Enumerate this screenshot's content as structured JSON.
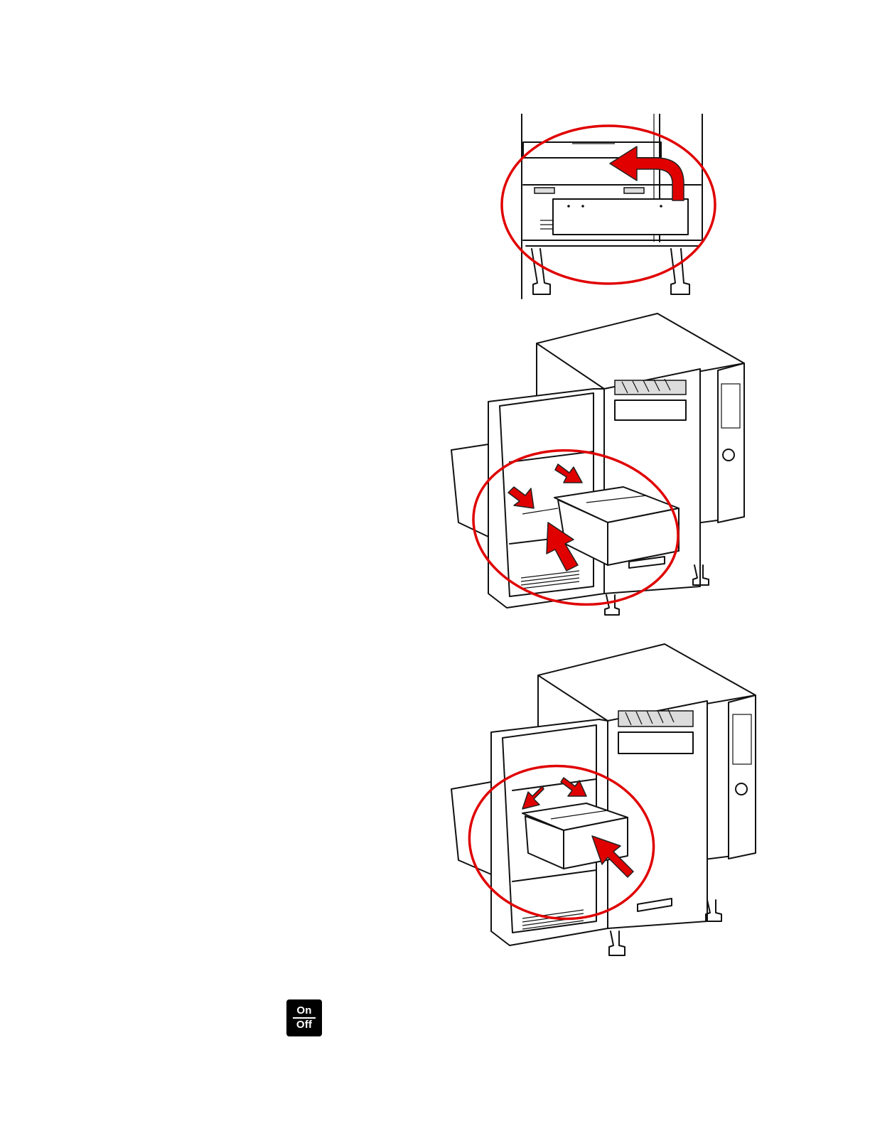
{
  "figures": [
    {
      "id": "fig1",
      "icon": "rotate-arrow-icon",
      "accent_color": "#e00000"
    },
    {
      "id": "fig2",
      "icon": "insert-arrow-icon",
      "accent_color": "#e00000"
    },
    {
      "id": "fig3",
      "icon": "insert-arrow-icon",
      "accent_color": "#e00000"
    }
  ],
  "power_icon": {
    "icon": "on-off-key-icon",
    "on_label": "On",
    "off_label": "Off",
    "color": "#000000"
  }
}
